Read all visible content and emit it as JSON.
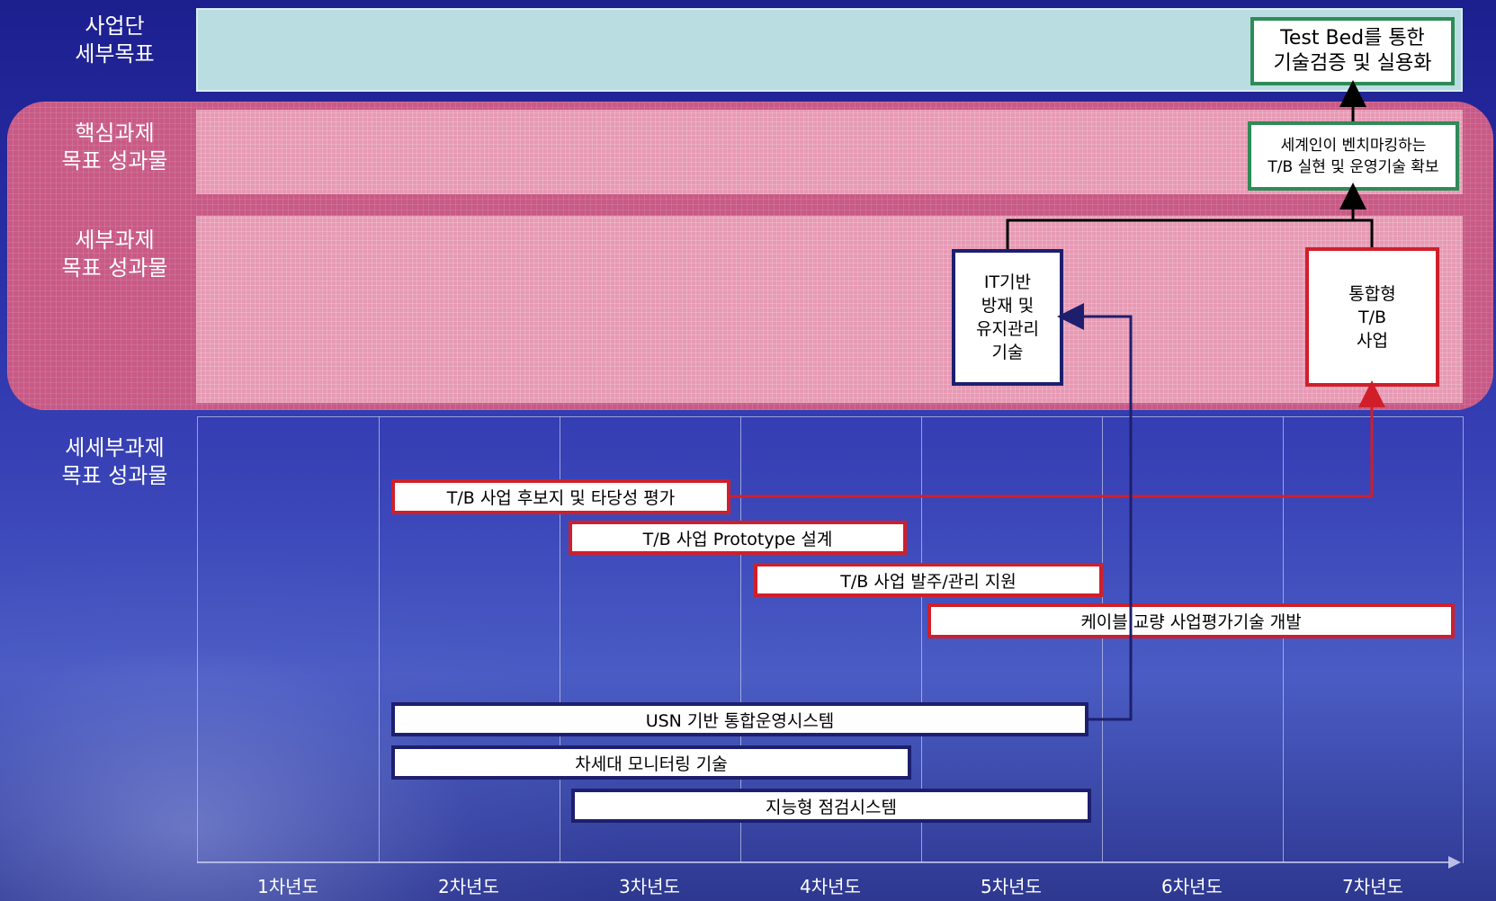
{
  "row_labels": {
    "business_goal": "사업단\n세부목표",
    "core_task": "핵심과제\n목표 성과물",
    "sub_task": "세부과제\n목표 성과물",
    "subsub_task": "세세부과제\n목표 성과물"
  },
  "goal_box": "Test Bed를 통한\n기술검증 및 실용화",
  "core_box": "세계인이 벤치마킹하는\nT/B 실현 및 운영기술 확보",
  "sub_boxes": {
    "it_maintenance": "IT기반\n방재 및\n유지관리\n기술",
    "integrated_tb": "통합형\nT/B\n사업"
  },
  "bars_red": [
    "T/B 사업 후보지 및 타당성 평가",
    "T/B 사업 Prototype 설계",
    "T/B 사업 발주/관리 지원",
    "케이블 교량 사업평가기술 개발"
  ],
  "bars_blue": [
    "USN 기반 통합운영시스템",
    "차세대 모니터링 기술",
    "지능형 점검시스템"
  ],
  "years": [
    "1차년도",
    "2차년도",
    "3차년도",
    "4차년도",
    "5차년도",
    "6차년도",
    "7차년도"
  ],
  "colors": {
    "background": "#2a2fa6",
    "red": "#d01f2a",
    "navy": "#1d1f6e",
    "green": "#2e8b57",
    "goal_row": "#b9dde0",
    "pink_row": "#e79ab4"
  }
}
